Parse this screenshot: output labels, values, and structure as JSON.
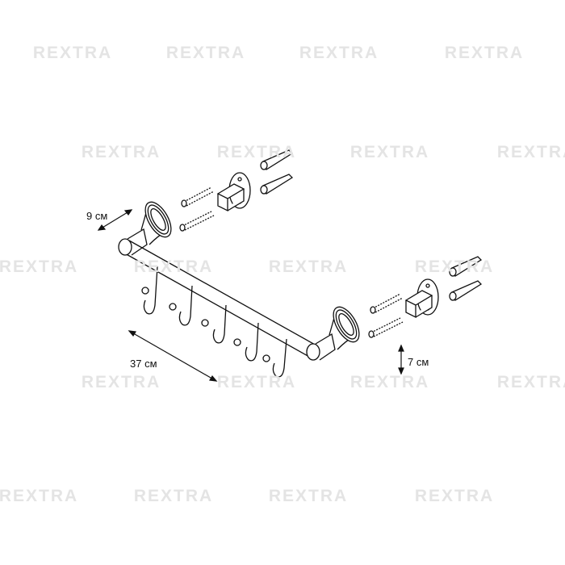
{
  "watermark": "REXTRA",
  "dimensions": {
    "depth": "9 см",
    "length": "37 см",
    "height": "7 см"
  }
}
